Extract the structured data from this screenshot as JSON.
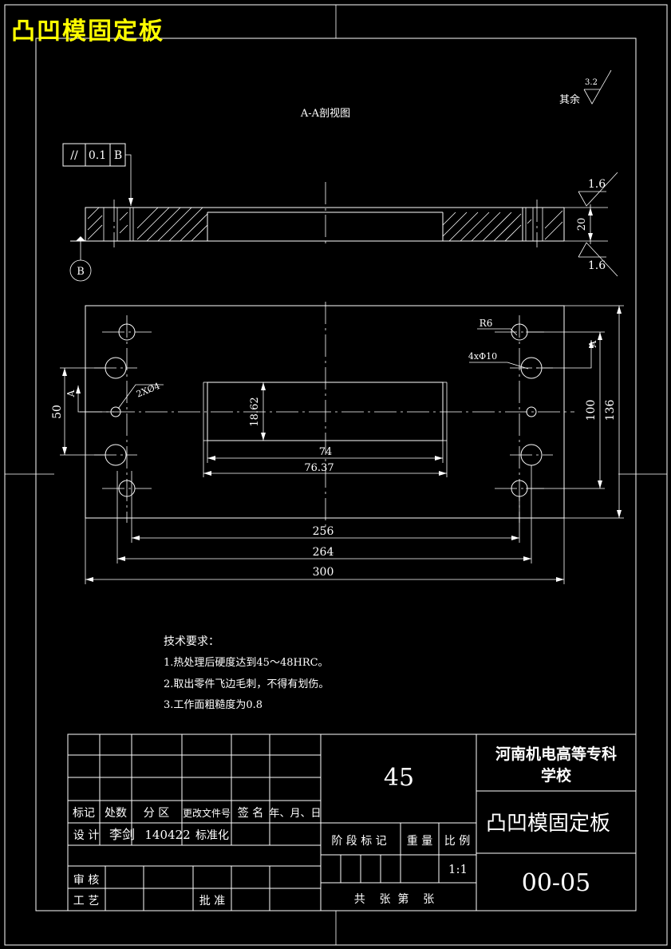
{
  "header": {
    "title": "凸凹模固定板",
    "color": "#ffff00"
  },
  "section_label": "A-A剖视图",
  "roughness": {
    "other_label": "其余",
    "other_value": "3.2",
    "top_value": "1.6",
    "bottom_value": "1.6"
  },
  "tolerance_frame": {
    "symbol": "//",
    "value": "0.1",
    "datum": "B"
  },
  "datum_b": "B",
  "dims": {
    "thickness": "20",
    "d_1862": "18.62",
    "d_74": "74",
    "d_7637": "76.37",
    "d_256": "256",
    "d_264": "264",
    "d_300": "300",
    "d_100": "100",
    "d_136": "136",
    "d_50": "50",
    "r6": "R6",
    "holes_4": "4xΦ10",
    "holes_2": "2XØ4",
    "section_a_right": "A",
    "section_a_left": "A"
  },
  "notes": {
    "heading": "技术要求：",
    "items": [
      "1.热处理后硬度达到45～48HRC。",
      "2.取出零件飞边毛刺，不得有划伤。",
      "3.工作面粗糙度为0.8"
    ]
  },
  "title_block": {
    "material": "45",
    "school_line1": "河南机电高等专科",
    "school_line2": "学校",
    "part_name": "凸凹模固定板",
    "drawing_no": "00-05",
    "h_biaoji": "标记",
    "h_chushu": "处数",
    "h_fenqu": "分 区",
    "h_gengai": "更改文件号",
    "h_qianming": "签 名",
    "h_nianyue": "年、月、日",
    "h_sheji": "设 计",
    "designer": "李剑",
    "date": "140422",
    "h_biaozhunhua": "标准化",
    "h_jieduan": "阶 段 标 记",
    "h_zhongliang": "重 量",
    "h_bili": "比 例",
    "scale": "1:1",
    "h_shenhe": "审 核",
    "h_gongyi": "工 艺",
    "h_pizhun": "批 准",
    "sheets": "共    张  第    张"
  }
}
